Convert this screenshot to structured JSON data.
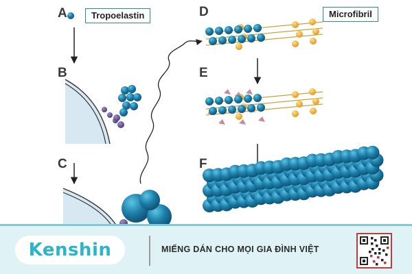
{
  "diagram": {
    "panels": [
      {
        "letter": "A"
      },
      {
        "letter": "B"
      },
      {
        "letter": "C"
      },
      {
        "letter": "D"
      },
      {
        "letter": "E"
      },
      {
        "letter": "F"
      }
    ],
    "label_tropoelastin": "Tropoelastin",
    "label_microfibril": "Microfibril",
    "colors": {
      "tropoelastin": "#1d7fa8",
      "microfibril": "#f0b43a",
      "crosslink": "#c48aa2",
      "cell_chain": "#6a5a8a",
      "cell_membrane": "#d8e8f2",
      "arrow": "#222222"
    }
  },
  "footer": {
    "brand": "Kenshin",
    "slogan": "MIẾNG DÁN CHO MỌI GIA ĐÌNH VIỆT",
    "qr_icon": "qr-code-icon"
  }
}
